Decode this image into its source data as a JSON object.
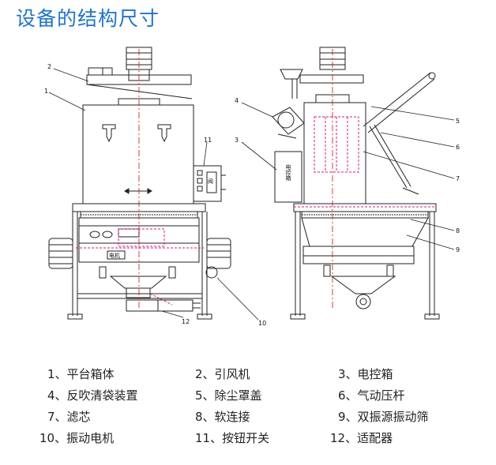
{
  "title": "设备的结构尺寸",
  "callouts_left": [
    "2",
    "1",
    "11",
    "10",
    "12"
  ],
  "callouts_right": [
    "4",
    "3",
    "5",
    "6",
    "7",
    "8",
    "9"
  ],
  "box_text": {
    "control_box": "电控箱",
    "motor_tag": "电机",
    "valve_tag": "阀"
  },
  "legend": [
    "1、平台箱体",
    "2、引风机",
    "3、电控箱",
    "4、反吹清袋装置",
    "5、除尘罩盖",
    "6、气动压杆",
    "7、滤芯",
    "8、软连接",
    "9、双振源振动筛",
    "10、振动电机",
    "11、按钮开关",
    "12、适配器"
  ],
  "colors": {
    "title": "#1e73d6",
    "line": "#222222",
    "accent": "#e0157f",
    "center": "#d01010"
  }
}
